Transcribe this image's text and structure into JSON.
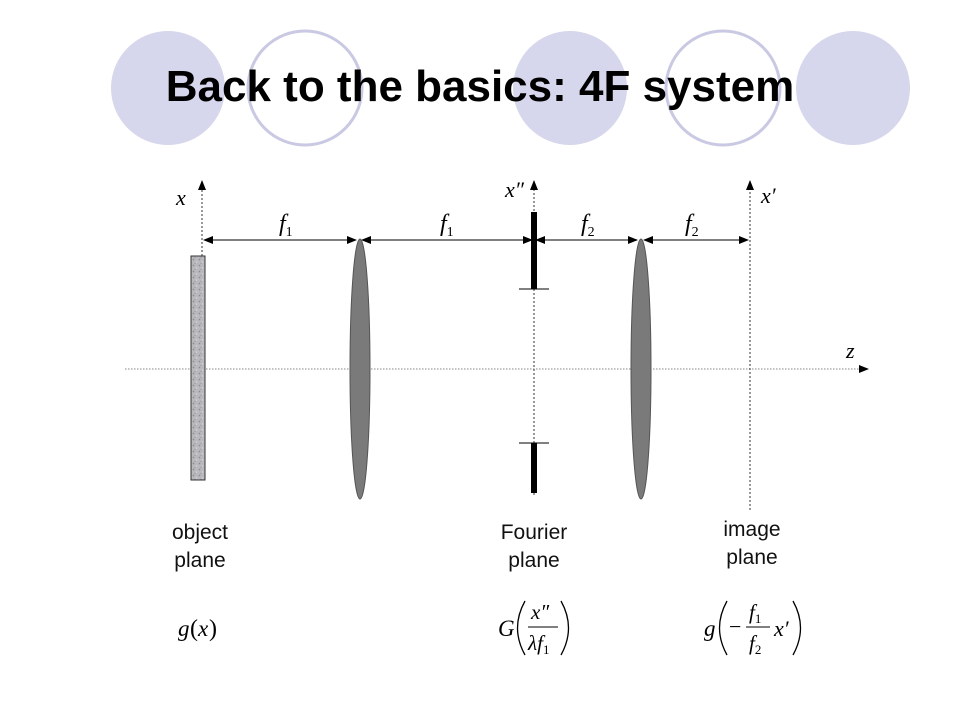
{
  "slide": {
    "title": "Back to the basics: 4F system"
  },
  "axes": {
    "x_object": "x",
    "x_fourier": "x″",
    "x_image": "x′",
    "z": "z"
  },
  "distances": [
    {
      "f": "f",
      "sub": "1"
    },
    {
      "f": "f",
      "sub": "1"
    },
    {
      "f": "f",
      "sub": "2"
    },
    {
      "f": "f",
      "sub": "2"
    }
  ],
  "planes": {
    "object": {
      "line1": "object",
      "line2": "plane"
    },
    "fourier": {
      "line1": "Fourier",
      "line2": "plane"
    },
    "image": {
      "line1": "image",
      "line2": "plane"
    }
  },
  "formulas": {
    "object": {
      "fn": "g",
      "arg": "x"
    },
    "fourier": {
      "fn": "G",
      "num": "x″",
      "den_lambda": "λ",
      "den_f": "f",
      "den_sub": "1"
    },
    "image": {
      "fn": "g",
      "minus": "−",
      "num_f": "f",
      "num_sub": "1",
      "den_f": "f",
      "den_sub": "2",
      "arg": "x′"
    }
  },
  "colors": {
    "circle_fill": "#d6d6ec",
    "circle_stroke": "#c9c9e3",
    "lens": "#7a7a7a",
    "object_fill": "#b9b9bd"
  }
}
